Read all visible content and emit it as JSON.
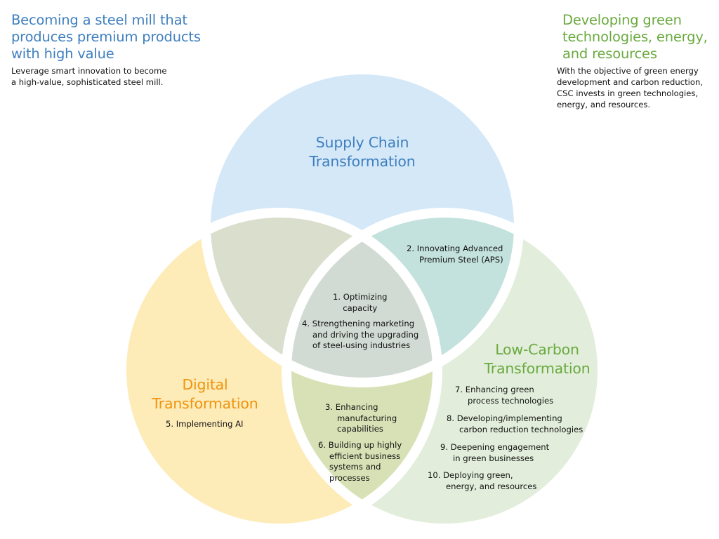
{
  "corners": {
    "top_left": {
      "title": [
        "Becoming a steel mill that",
        "produces premium products",
        "with high value"
      ],
      "description": [
        "Leverage smart innovation to become",
        "a high-value, sophisticated steel mill."
      ]
    },
    "top_right": {
      "title": [
        "Developing green",
        "technologies, energy,",
        "and resources"
      ],
      "description": [
        "With the objective of green energy",
        "development and carbon reduction,",
        "CSC invests in green technologies,",
        "energy, and resources."
      ]
    }
  },
  "circles": {
    "supply_chain": {
      "label": [
        "Supply Chain",
        "Transformation"
      ],
      "color": "#d4e8f8",
      "text_color": "#3f7fbf"
    },
    "digital": {
      "label": [
        "Digital",
        "Transformation"
      ],
      "color": "#fdebb8",
      "text_color": "#f0940f"
    },
    "low_carbon": {
      "label": [
        "Low-Carbon",
        "Transformation"
      ],
      "color": "#e2eedb",
      "text_color": "#6aaa3f"
    }
  },
  "overlap_colors": {
    "supply_digital": "#dadecc",
    "supply_lowcarbon": "#c3e1dd",
    "digital_lowcarbon": "#d8e1b6",
    "center": "#d2dbd3"
  },
  "items": {
    "1": [
      "1. Optimizing",
      "capacity"
    ],
    "2": [
      "2.  Innovating Advanced",
      "Premium Steel (APS)"
    ],
    "3": [
      "3.  Enhancing",
      "manufacturing",
      "capabilities"
    ],
    "4": [
      "4. Strengthening marketing",
      "and driving the upgrading",
      "of steel-using industries"
    ],
    "5": [
      "5. Implementing AI"
    ],
    "6": [
      "6. Building up highly",
      "efficient business",
      "systems and",
      "processes"
    ],
    "7": [
      "7.  Enhancing green",
      "process technologies"
    ],
    "8": [
      "8.  Developing/implementing",
      "carbon reduction technologies"
    ],
    "9": [
      "9.  Deepening engagement",
      "in green businesses"
    ],
    "10": [
      "10.  Deploying green,",
      "energy, and resources"
    ]
  }
}
